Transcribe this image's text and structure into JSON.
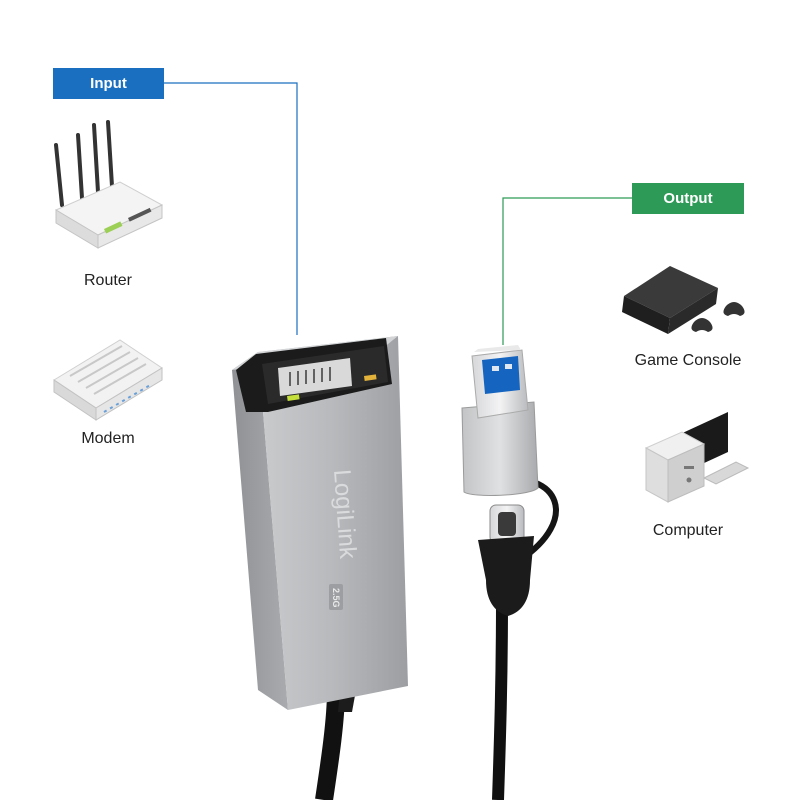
{
  "input": {
    "label": "Input",
    "color": "#1a6fc0"
  },
  "output": {
    "label": "Output",
    "color": "#2e9a57"
  },
  "devices": {
    "router": "Router",
    "modem": "Modem",
    "game_console": "Game Console",
    "computer": "Computer"
  },
  "adapter": {
    "brand": "LogiLink",
    "badge": "2.5G"
  },
  "icons": [
    "router-icon",
    "modem-icon",
    "game-console-icon",
    "computer-icon",
    "ethernet-adapter-icon",
    "usb-connector-icon"
  ]
}
